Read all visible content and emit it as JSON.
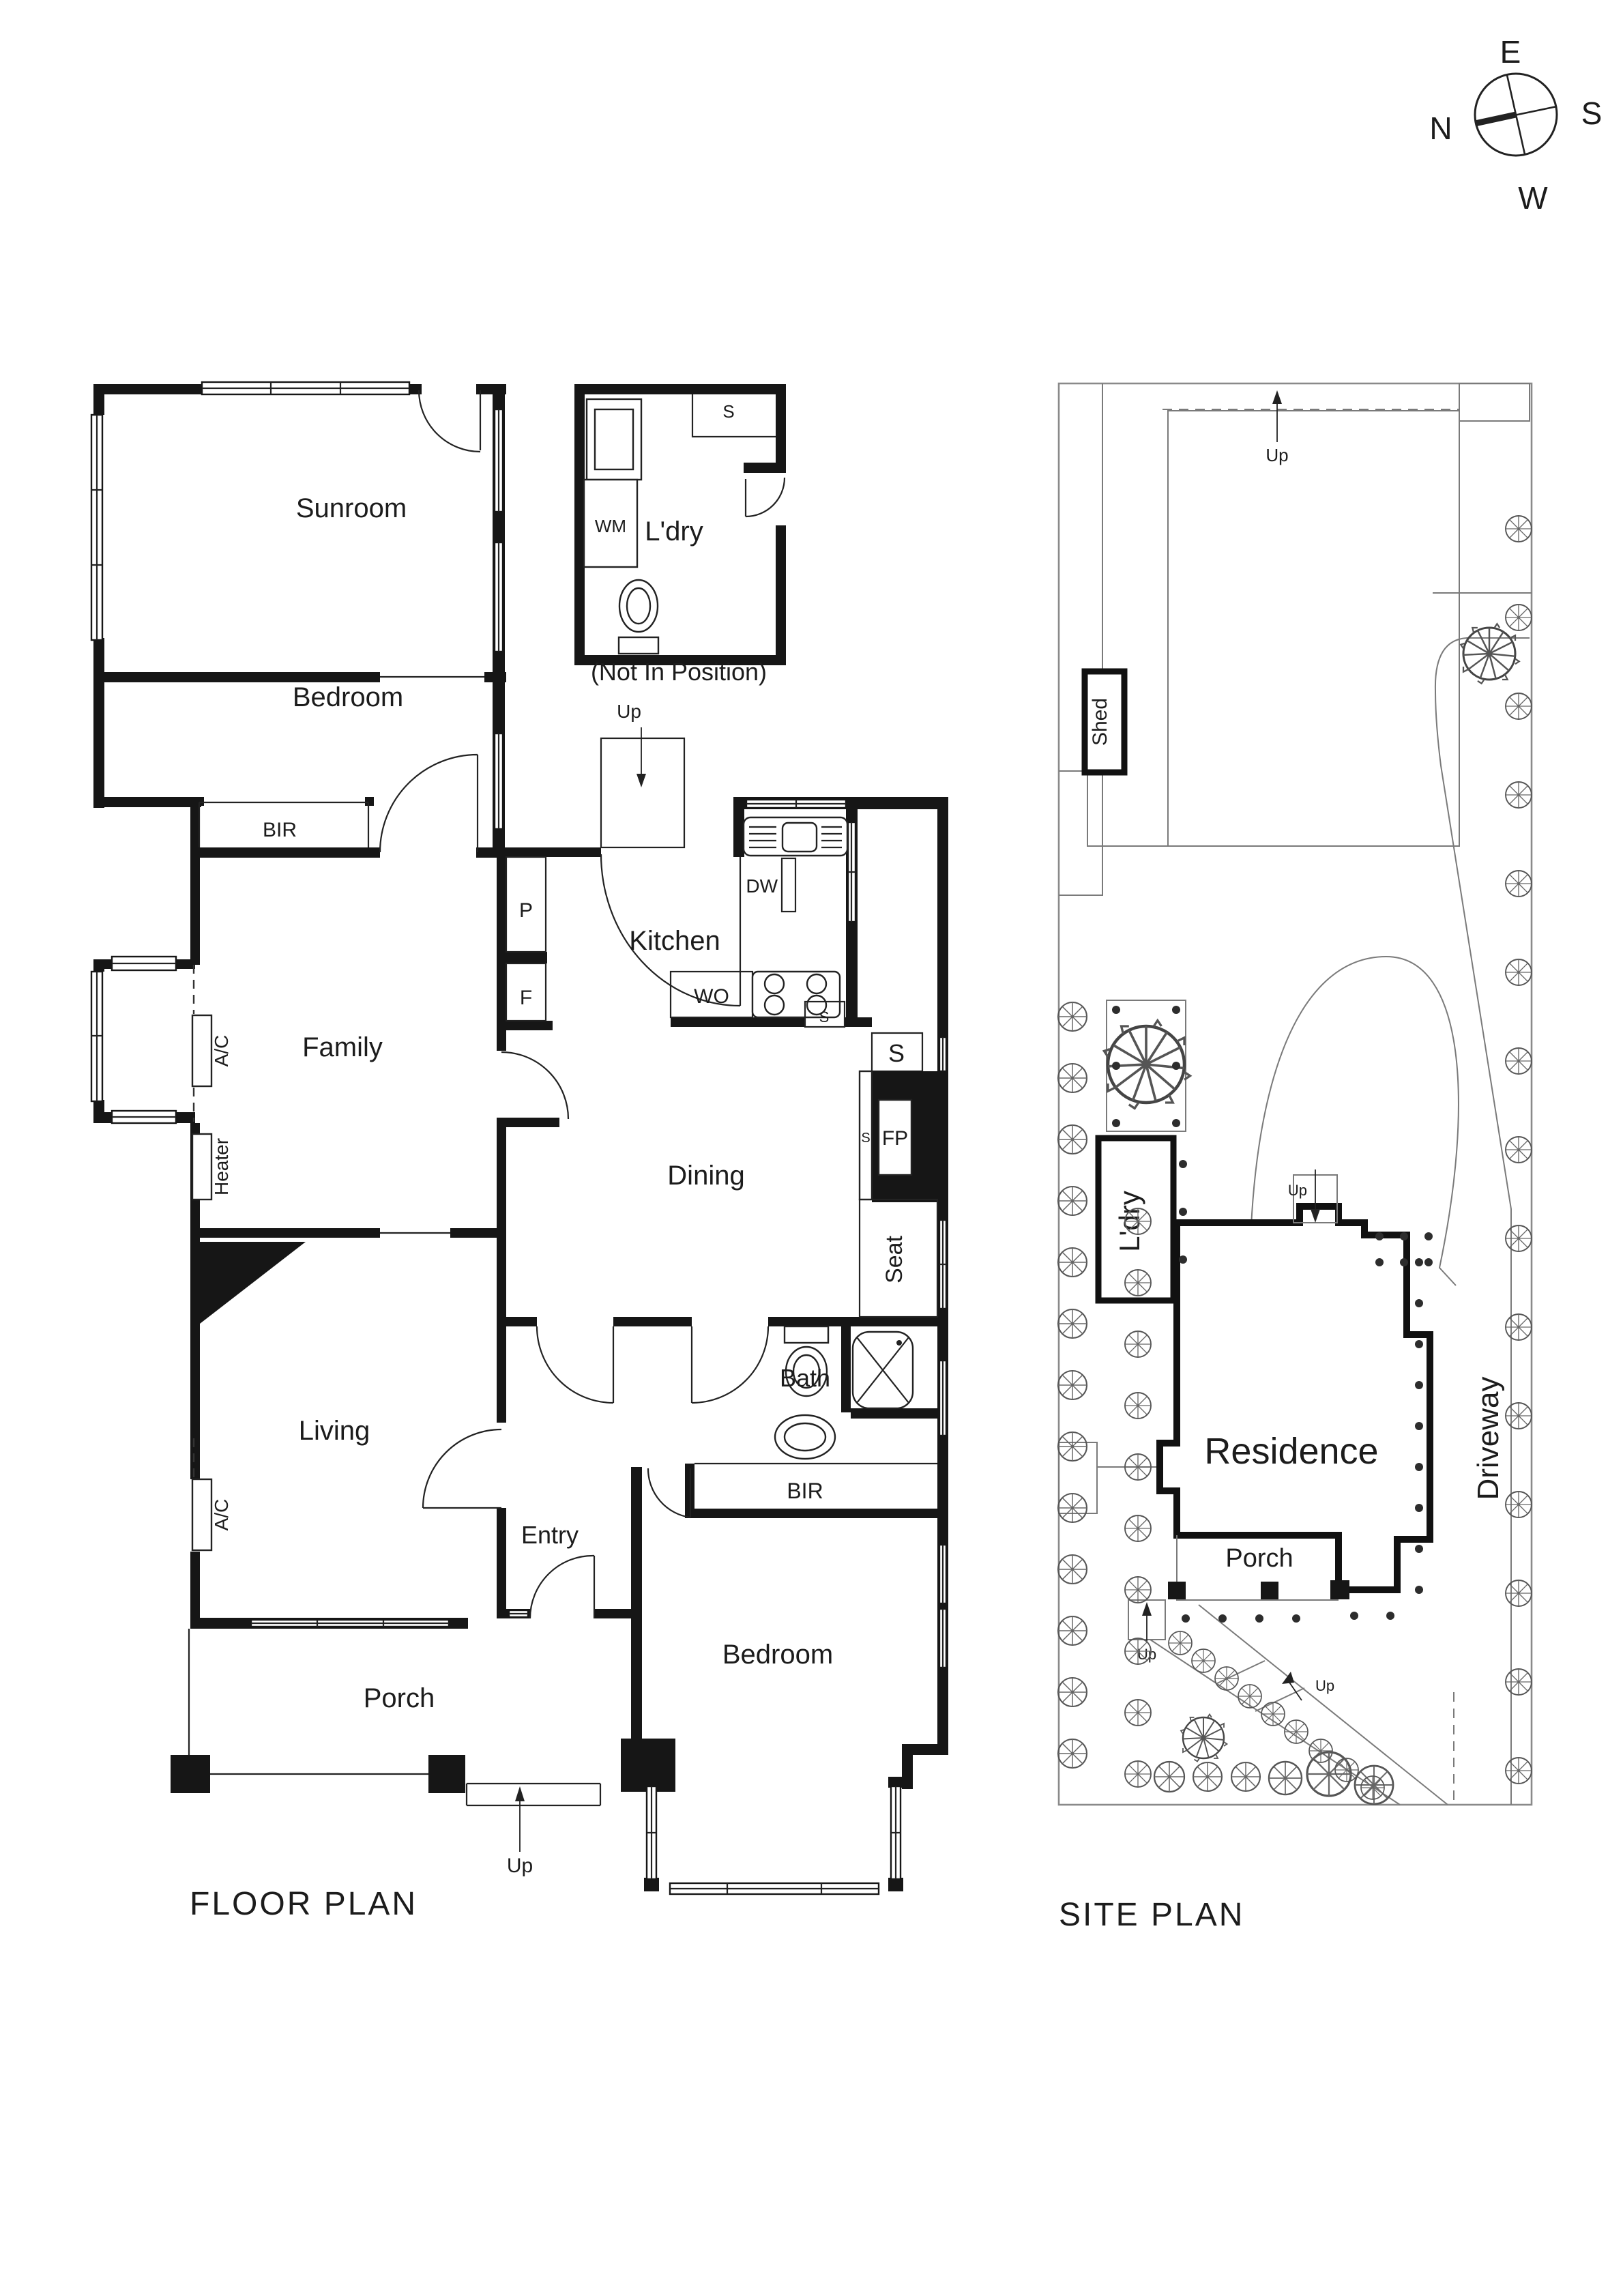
{
  "compass": {
    "n": "N",
    "e": "E",
    "s": "S",
    "w": "W"
  },
  "floor_plan": {
    "title": "FLOOR PLAN",
    "rooms": {
      "sunroom": "Sunroom",
      "bedroom_rear": "Bedroom",
      "family": "Family",
      "kitchen": "Kitchen",
      "dining": "Dining",
      "living": "Living",
      "entry": "Entry",
      "bath": "Bath",
      "bedroom_front": "Bedroom",
      "porch": "Porch",
      "laundry": "L'dry"
    },
    "fixtures": {
      "bir_rear": "BIR",
      "bir_front": "BIR",
      "wm": "WM",
      "laundry_sink": "S",
      "pantry": "P",
      "fridge": "F",
      "wall_oven": "WO",
      "dishwasher": "DW",
      "bench_shelf": "S",
      "nook_cupboard": "S",
      "fireplace": "FP",
      "fireplace_shelf": "S",
      "seat": "Seat",
      "ac_family": "A/C",
      "ac_living": "A/C",
      "heater": "Heater"
    },
    "notes": {
      "laundry_note": "(Not In Position)",
      "stairs_up": "Up",
      "porch_up": "Up"
    }
  },
  "site_plan": {
    "title": "SITE PLAN",
    "labels": {
      "shed": "Shed",
      "laundry": "L'dry",
      "residence": "Residence",
      "porch": "Porch",
      "driveway": "Driveway"
    },
    "notes": {
      "up_back": "Up",
      "up_rear_door": "Up",
      "up_front_steps": "Up",
      "up_path": "Up"
    }
  }
}
